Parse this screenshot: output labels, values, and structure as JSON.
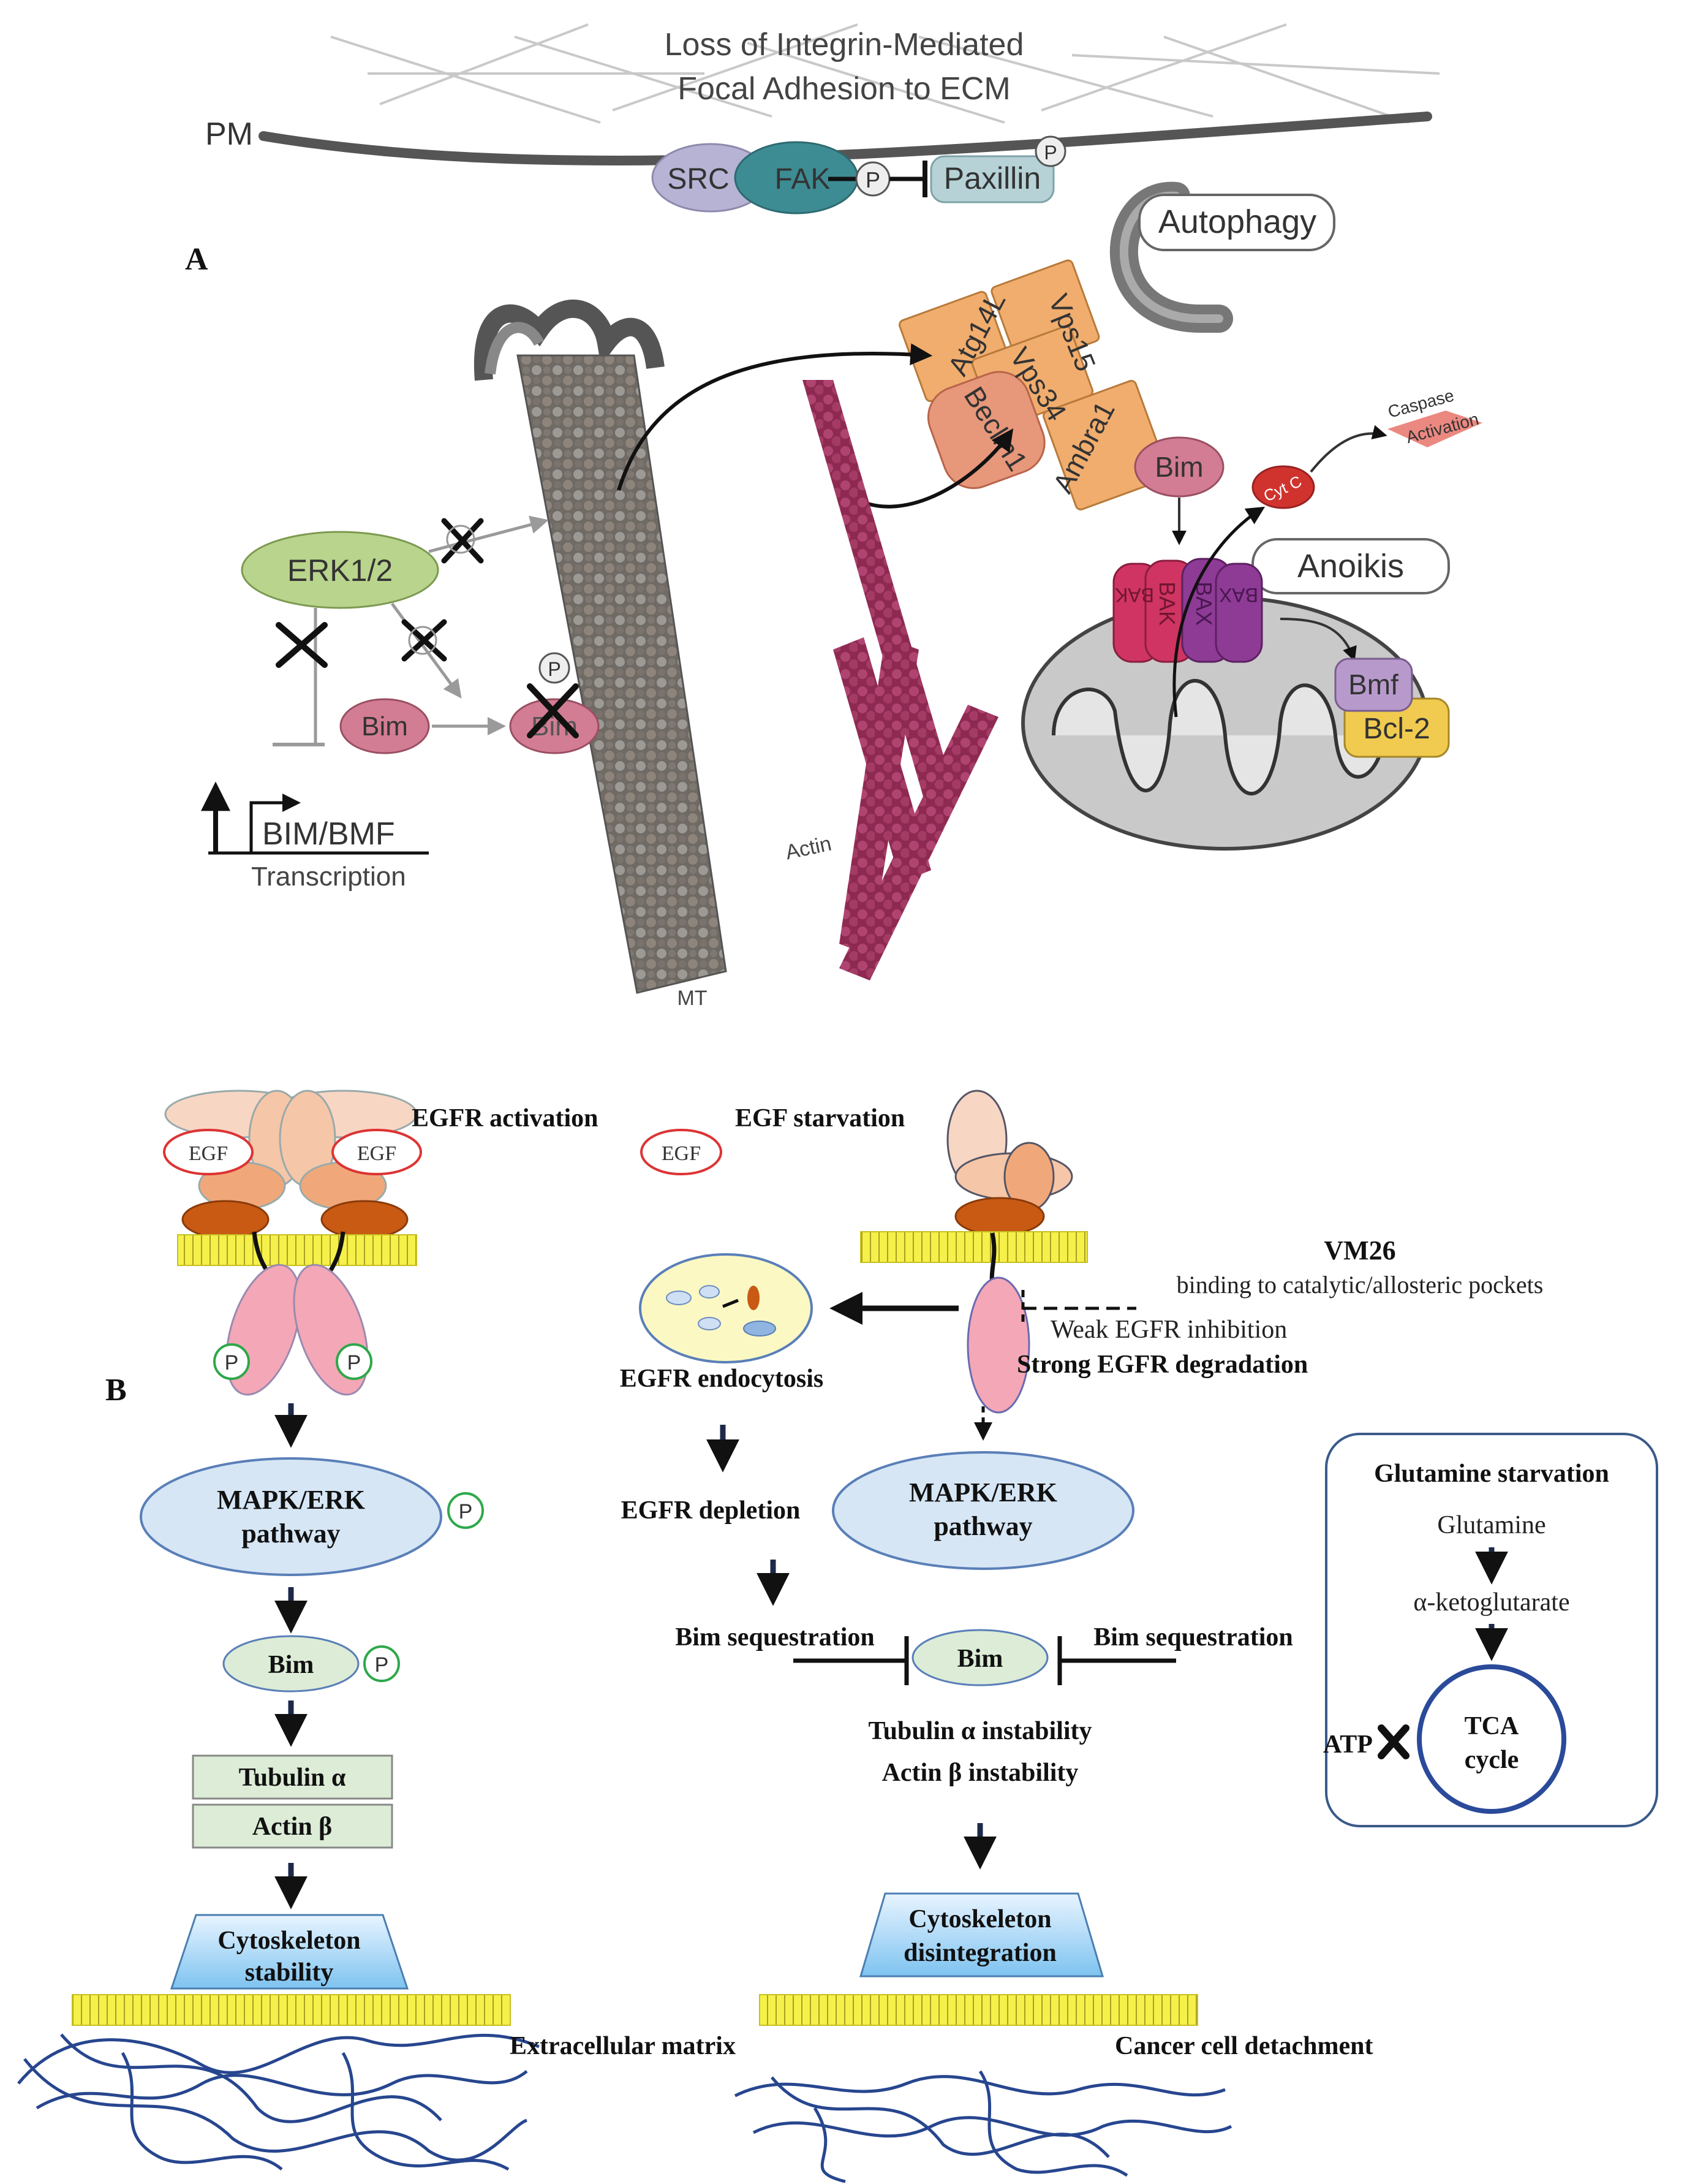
{
  "panel_a": {
    "label": "A",
    "ecm_title_1": "Loss of Integrin-Mediated",
    "ecm_title_2": "Focal Adhesion to ECM",
    "pm": "PM",
    "src": "SRC",
    "fak": "FAK",
    "p": "P",
    "paxillin": "Paxillin",
    "autophagy": "Autophagy",
    "atg14l": "Atg14L",
    "vps15": "Vps15",
    "vps34": "Vps34",
    "beclin1": "Beclin1",
    "ambra1": "Ambra1",
    "bim": "Bim",
    "cytc": "Cyt C",
    "caspase_1": "Caspase",
    "caspase_2": "Activation",
    "anoikis": "Anoikis",
    "bak": "BAK",
    "bax": "BAX",
    "bmf": "Bmf",
    "bcl2": "Bcl-2",
    "erk": "ERK1/2",
    "bim_bmf": "BIM/BMF",
    "transcription": "Transcription",
    "actin": "Actin",
    "mt": "MT"
  },
  "panel_b": {
    "label": "B",
    "egfr_activation": "EGFR activation",
    "egf": "EGF",
    "egf_starvation": "EGF starvation",
    "vm26": "VM26",
    "vm26_desc": "binding to catalytic/allosteric pockets",
    "weak_inhibition": "Weak EGFR inhibition",
    "strong_degradation": "Strong EGFR degradation",
    "endocytosis": "EGFR endocytosis",
    "p": "P",
    "mapk_1": "MAPK/ERK",
    "mapk_2": "pathway",
    "egfr_depletion": "EGFR depletion",
    "bim": "Bim",
    "bim_seq_left": "Bim sequestration",
    "bim_seq_right": "Bim sequestration",
    "tubulin": "Tubulin α",
    "actin": "Actin β",
    "tubulin_inst": "Tubulin α instability",
    "actin_inst": "Actin β instability",
    "cyto_stab_1": "Cytoskeleton",
    "cyto_stab_2": "stability",
    "cyto_dis_1": "Cytoskeleton",
    "cyto_dis_2": "disintegration",
    "ecm": "Extracellular matrix",
    "detachment": "Cancer cell detachment",
    "glut_title": "Glutamine starvation",
    "glutamine": "Glutamine",
    "akg": "α-ketoglutarate",
    "atp": "ATP",
    "tca_1": "TCA",
    "tca_2": "cycle"
  },
  "colors": {
    "src": "#b6b3d4",
    "fak": "#3e8c93",
    "paxillin": "#b6d2d6",
    "complex": "#f0ad6e",
    "beclin": "#e7977a",
    "bim_a": "#d27d93",
    "erk": "#b9d48c",
    "actin": "#a83863",
    "bak": "#cf3462",
    "bax": "#8d3b95",
    "bmf": "#b79acb",
    "bcl2": "#f0cb4f",
    "cytc": "#d0332e",
    "mito": "#c9c9c9",
    "mapk": "#d6e6f5",
    "bim_b": "#dcecd6",
    "egfr_pink": "#f4a7b6",
    "membrane": "#f6f04a",
    "ecm_fiber": "#27468f",
    "dark_arrow": "#1c2a48"
  }
}
